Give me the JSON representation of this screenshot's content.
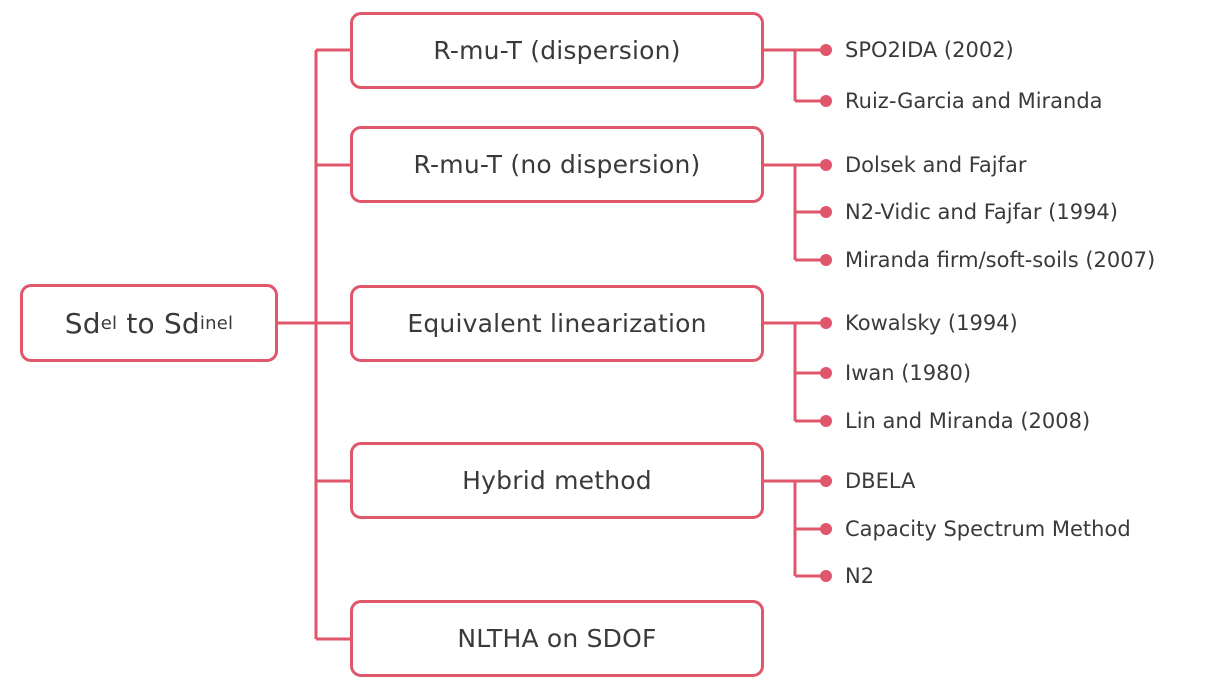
{
  "diagram": {
    "accent_color": "#e0566a",
    "root": {
      "main_a": "Sd",
      "sub_a": "el",
      "connector": "to",
      "main_b": "Sd",
      "sub_b": "inel"
    },
    "branches": [
      {
        "label": "R-mu-T (dispersion)",
        "leaves": [
          "SPO2IDA (2002)",
          "Ruiz-Garcia and Miranda"
        ]
      },
      {
        "label": "R-mu-T (no dispersion)",
        "leaves": [
          "Dolsek and Fajfar",
          "N2-Vidic and Fajfar (1994)",
          "Miranda firm/soft-soils (2007)"
        ]
      },
      {
        "label": "Equivalent linearization",
        "leaves": [
          "Kowalsky (1994)",
          "Iwan (1980)",
          "Lin and Miranda (2008)"
        ]
      },
      {
        "label": "Hybrid method",
        "leaves": [
          "DBELA",
          "Capacity Spectrum Method",
          "N2"
        ]
      },
      {
        "label": "NLTHA on SDOF",
        "leaves": []
      }
    ]
  }
}
